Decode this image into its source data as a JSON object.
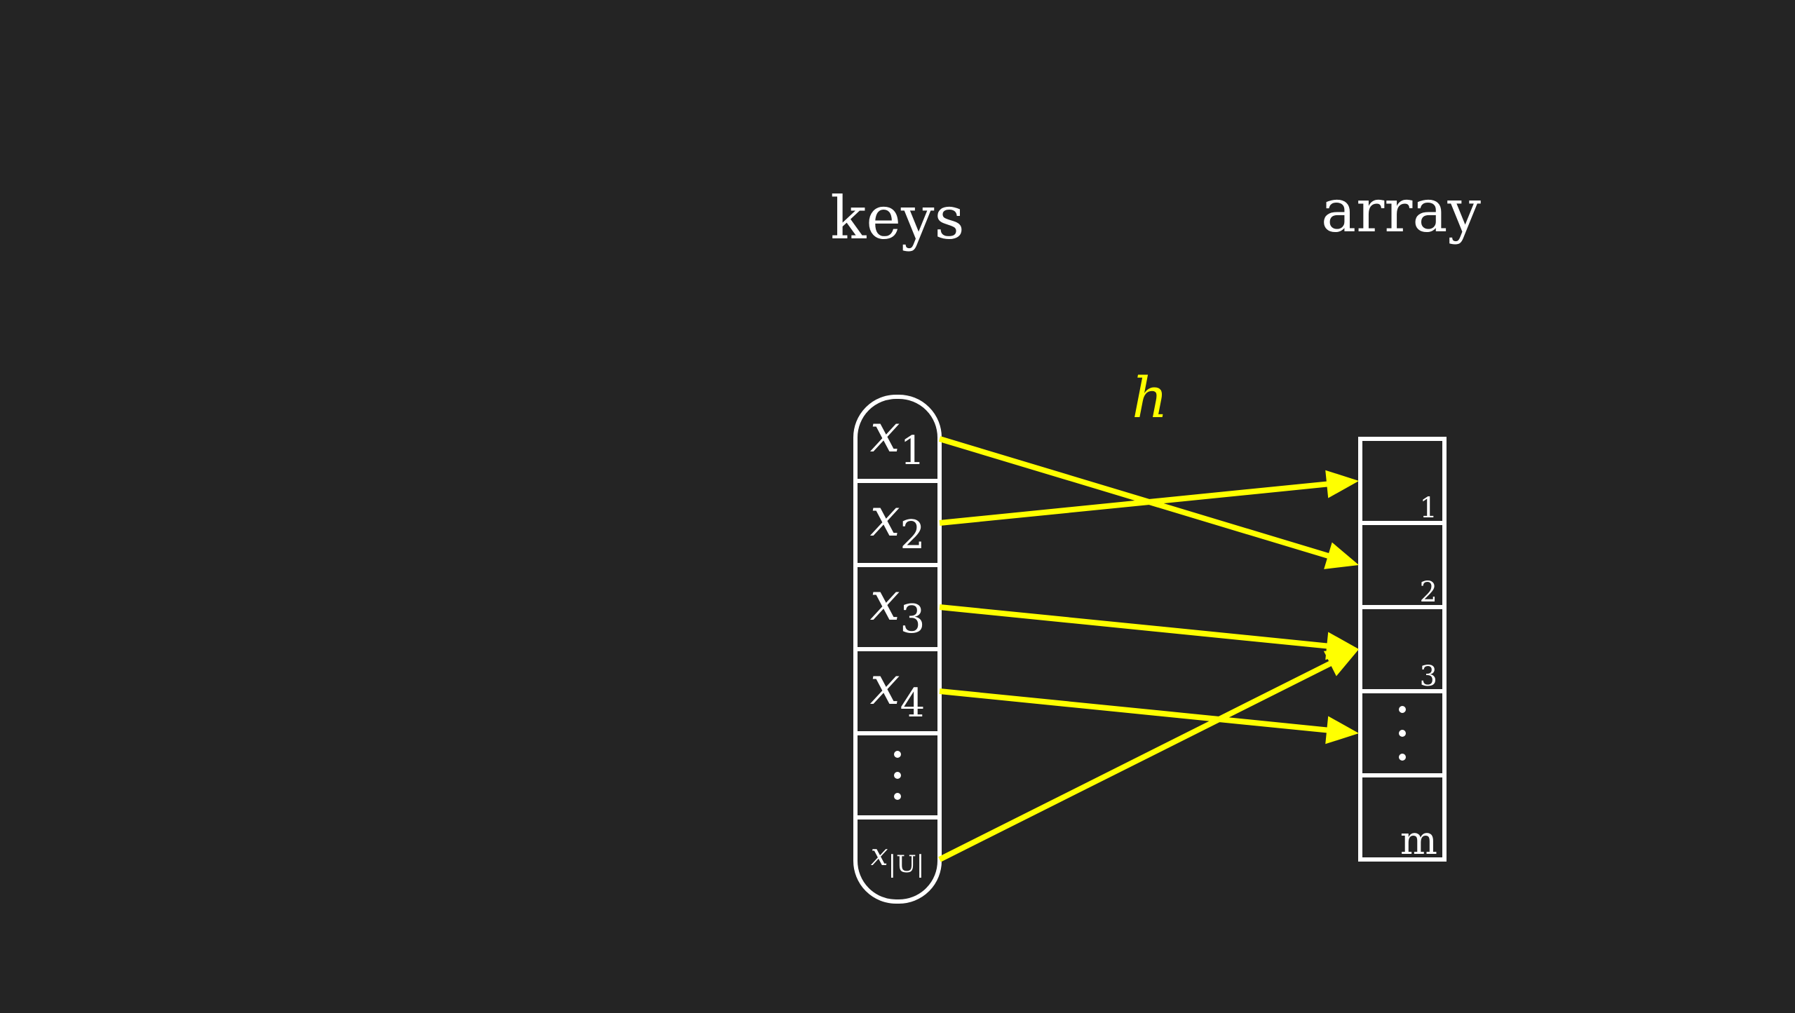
{
  "labels": {
    "keys_title": "keys",
    "array_title": "array",
    "function_name": "h"
  },
  "keys": [
    {
      "base": "x",
      "sub": "1"
    },
    {
      "base": "x",
      "sub": "2"
    },
    {
      "base": "x",
      "sub": "3"
    },
    {
      "base": "x",
      "sub": "4"
    },
    {
      "ellipsis": true
    },
    {
      "base": "x",
      "sub": "|U|"
    }
  ],
  "array": [
    {
      "label": "1"
    },
    {
      "label": "2"
    },
    {
      "label": "3"
    },
    {
      "ellipsis": true
    },
    {
      "label": "m"
    }
  ],
  "mapping": [
    {
      "from_key": 0,
      "to_slot": 1
    },
    {
      "from_key": 1,
      "to_slot": 0
    },
    {
      "from_key": 2,
      "to_slot": 2
    },
    {
      "from_key": 3,
      "to_slot": 3
    },
    {
      "from_key": 5,
      "to_slot": 2
    }
  ],
  "colors": {
    "background": "#242424",
    "stroke": "#ffffff",
    "arrow": "#ffff00"
  }
}
